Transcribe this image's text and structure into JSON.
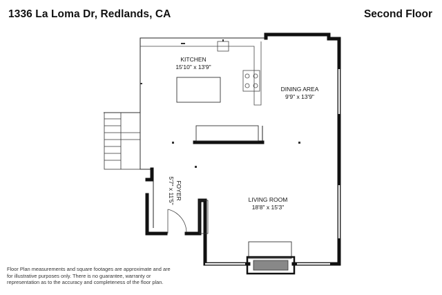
{
  "header": {
    "address": "1336 La Loma Dr, Redlands, CA",
    "floor": "Second Floor"
  },
  "rooms": [
    {
      "id": "kitchen",
      "name": "KITCHEN",
      "dims": "15'10\" x 13'9\""
    },
    {
      "id": "dining",
      "name": "DINING AREA",
      "dims": "9'9\" x 13'9\""
    },
    {
      "id": "living",
      "name": "LIVING ROOM",
      "dims": "18'8\" x 15'3\""
    },
    {
      "id": "foyer",
      "name": "FOYER",
      "dims": "5'7\" x 11'5\""
    }
  ],
  "disclaimer": "Floor Plan measurements and square footages are approximate and are for illustrative purposes only. There is no guarantee, warranty or representation as to the accuracy and completeness of the floor plan."
}
